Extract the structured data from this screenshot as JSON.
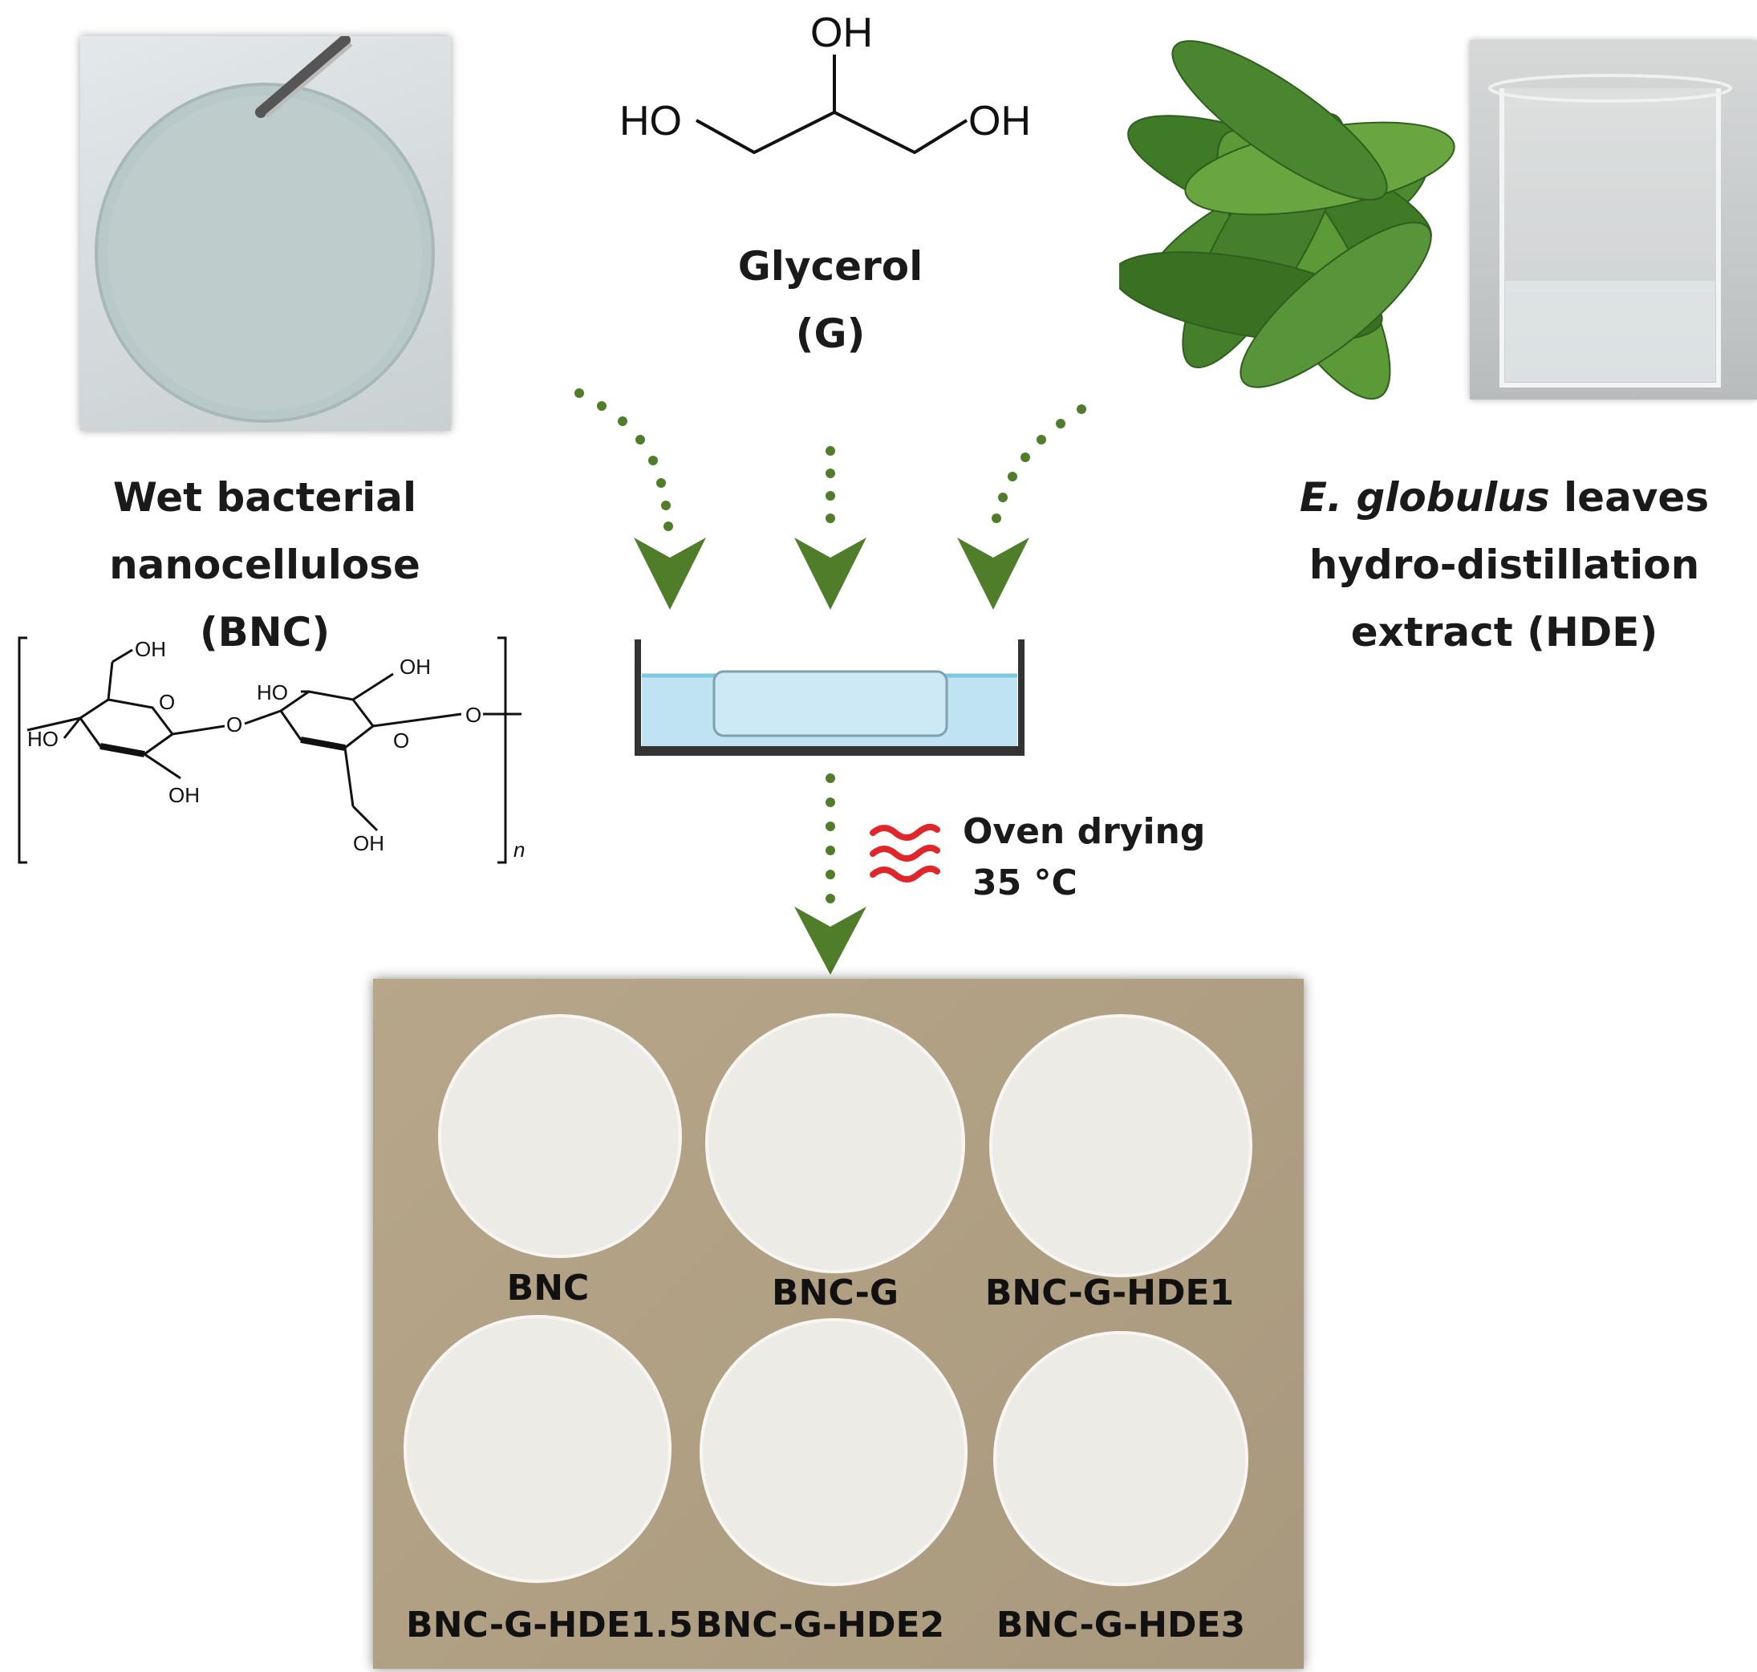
{
  "bnc": {
    "label_line1": "Wet bacterial",
    "label_line2": "nanocellulose",
    "label_line3": "(BNC)",
    "structure": {
      "oh_top_left": "OH",
      "ho_left": "HO",
      "oh_bottom_left": "OH",
      "o_ring_left": "O",
      "o_link": "O",
      "ho_mid": "HO",
      "oh_top_right": "OH",
      "o_ring_right": "O",
      "oh_bottom_right": "OH",
      "o_end": "O",
      "subscript": "n"
    }
  },
  "glycerol": {
    "oh_top": "OH",
    "ho_left": "HO",
    "oh_right": "OH",
    "label_line1": "Glycerol",
    "label_line2": "(G)"
  },
  "hde": {
    "label_italic": "E. globulus",
    "label_line1_rest": " leaves",
    "label_line2": "hydro-distillation",
    "label_line3": "extract (HDE)"
  },
  "process": {
    "step_line1": "Oven drying",
    "step_line2": "35 °C"
  },
  "samples": [
    "BNC",
    "BNC-G",
    "BNC-G-HDE1",
    "BNC-G-HDE1.5",
    "BNC-G-HDE2",
    "BNC-G-HDE3"
  ],
  "colors": {
    "arrow_green": "#4f7d2a",
    "heat_red": "#e0262a",
    "water_blue": "#bfe3f2",
    "board_brown": "#b9a78c"
  }
}
